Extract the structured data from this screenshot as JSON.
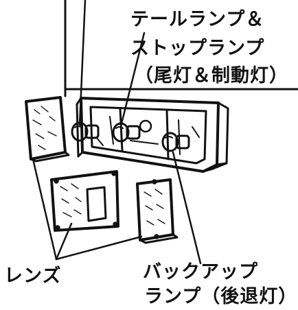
{
  "labels": {
    "tail_stop": {
      "line1": "テールランプ＆",
      "line2": "ストップランプ",
      "line3": "（尾灯＆制動灯）"
    },
    "lens": "レンズ",
    "backup": {
      "line1": "バックアップ",
      "line2": "ランプ（後退灯）"
    }
  },
  "colors": {
    "ink": "#111111",
    "background": "#ffffff"
  }
}
